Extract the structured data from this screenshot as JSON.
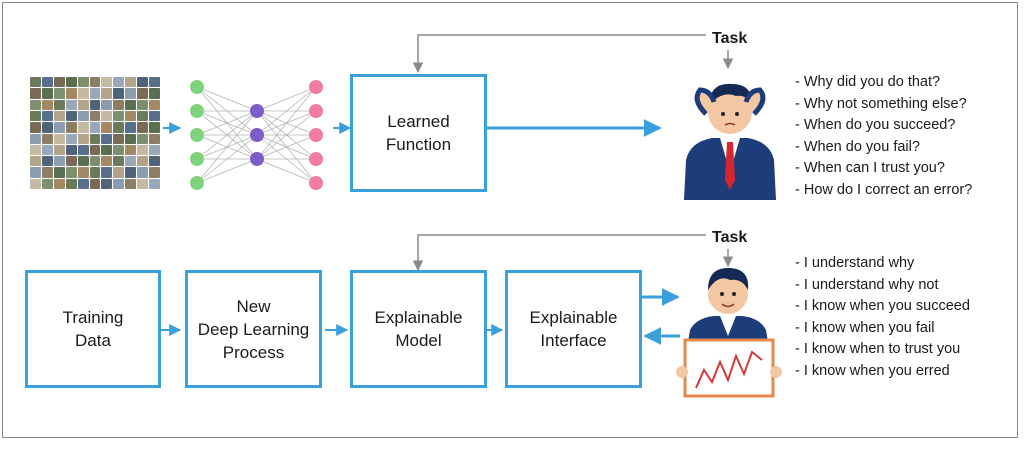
{
  "colors": {
    "box_border": "#3aa0dc",
    "arrow": "#3aa0dc",
    "feedback_line": "#8a8a8a",
    "input_nodes": "#7fd37c",
    "hidden_nodes": "#7b5cc9",
    "output_nodes": "#f17ca2"
  },
  "top": {
    "task_label": "Task",
    "learned_function": "Learned\nFunction",
    "questions": [
      "Why did you do that?",
      "Why not something else?",
      "When do you succeed?",
      "When do you fail?",
      "When can I trust you?",
      "How do I correct an error?"
    ]
  },
  "bottom": {
    "task_label": "Task",
    "training_data": "Training\nData",
    "deep_learning": "New\nDeep Learning\nProcess",
    "explainable_model": "Explainable\nModel",
    "explainable_interface": "Explainable\nInterface",
    "answers": [
      "I understand why",
      "I understand why not",
      "I know when you succeed",
      "I know when you fail",
      "I know when to trust you",
      "I know when you erred"
    ]
  },
  "icons": {
    "dataset": "image-grid-icon",
    "network": "neural-network-icon",
    "confused_user": "confused-user-icon",
    "happy_user": "happy-user-with-chart-icon"
  }
}
